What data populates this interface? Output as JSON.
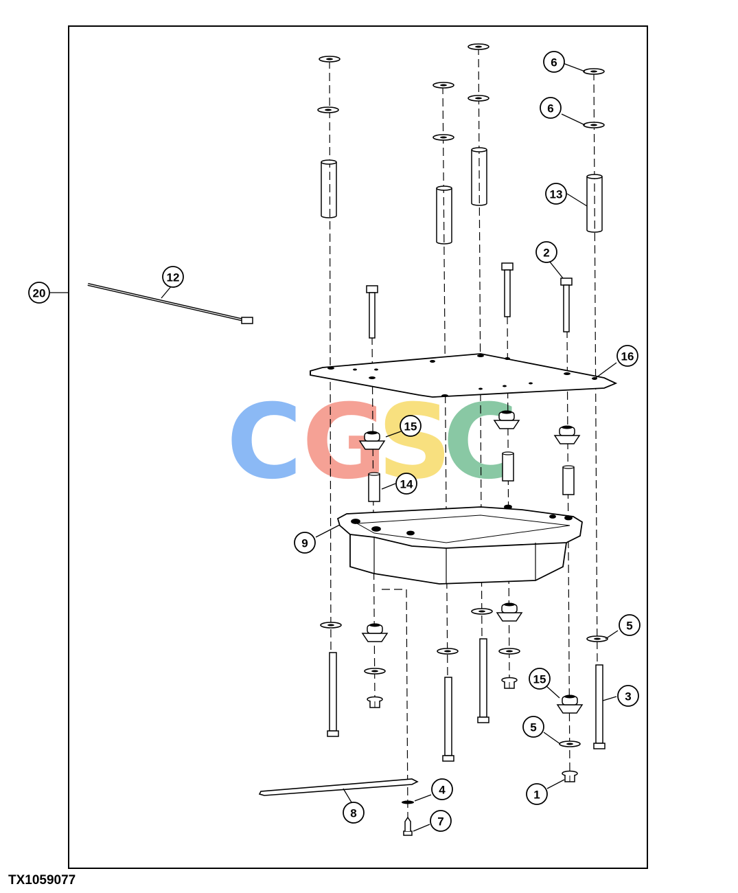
{
  "figure_id": "TX1059077",
  "watermark": {
    "letters": [
      "C",
      "G",
      "S",
      "C"
    ],
    "colors": [
      "#7fb2f5",
      "#f4978a",
      "#f8dd72",
      "#7dc39b"
    ]
  },
  "callouts": {
    "c1": "1",
    "c2": "2",
    "c3": "3",
    "c4": "4",
    "c5a": "5",
    "c5b": "5",
    "c6a": "6",
    "c6b": "6",
    "c7": "7",
    "c8": "8",
    "c9": "9",
    "c12": "12",
    "c13": "13",
    "c14": "14",
    "c15a": "15",
    "c15b": "15",
    "c16": "16",
    "c20": "20"
  }
}
